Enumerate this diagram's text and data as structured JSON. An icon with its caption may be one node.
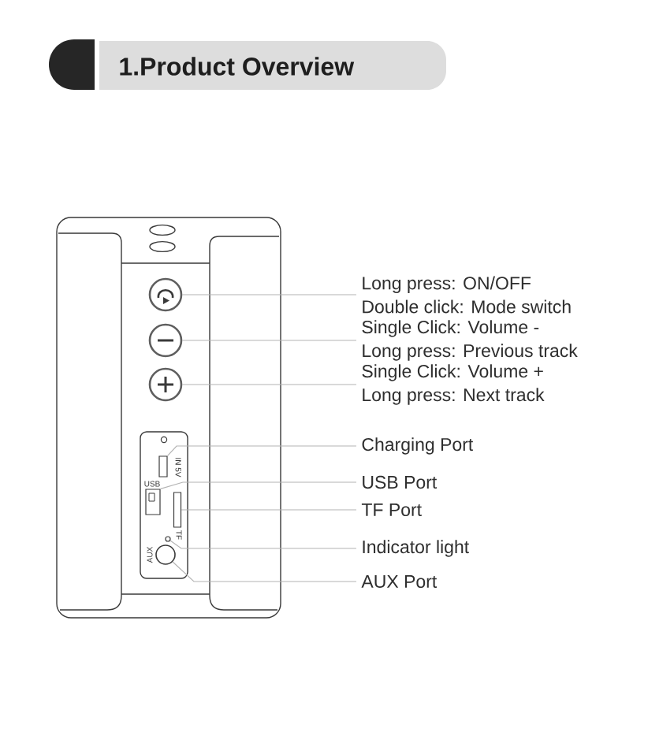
{
  "diagram": {
    "title": "1.Product Overview",
    "nodes": [
      {
        "text": [],
        "shape": "circle"
      },
      {
        "text": [],
        "shape": "circle"
      },
      {
        "text": [],
        "shape": "circle"
      },
      {
        "text": [],
        "shape": "box",
        "beside": [
          "IN 5V"
        ]
      },
      {
        "text": [],
        "shape": "box",
        "beside": [
          "USB"
        ]
      },
      {
        "text": [],
        "shape": "box",
        "beside": [
          "TF"
        ]
      },
      {
        "text": [],
        "shape": "circle"
      },
      {
        "text": [],
        "shape": "circle",
        "beside": [
          "AUX"
        ]
      },
      {
        "text": [
          "Long press: ON/OFF",
          "Double click: Mode switch"
        ]
      },
      {
        "text": [
          "Single Click: Volume -",
          "Long press: Previous track"
        ]
      },
      {
        "text": [
          "Single Click: Volume +",
          "Long press: Next track"
        ]
      },
      {
        "text": [
          "Charging Port"
        ]
      },
      {
        "text": [
          "USB Port"
        ]
      },
      {
        "text": [
          "TF Port"
        ]
      },
      {
        "text": [
          "Indicator light"
        ]
      },
      {
        "text": [
          "AUX Port"
        ]
      }
    ],
    "edges": [
      {
        "from": 8,
        "to": 0,
        "arrow": "none"
      },
      {
        "from": 9,
        "to": 1,
        "arrow": "none"
      },
      {
        "from": 10,
        "to": 2,
        "arrow": "none"
      },
      {
        "from": 11,
        "to": 3,
        "arrow": "none"
      },
      {
        "from": 12,
        "to": 4,
        "arrow": "none"
      },
      {
        "from": 13,
        "to": 5,
        "arrow": "none"
      },
      {
        "from": 14,
        "to": 6,
        "arrow": "none"
      },
      {
        "from": 15,
        "to": 7,
        "arrow": "none"
      }
    ]
  }
}
